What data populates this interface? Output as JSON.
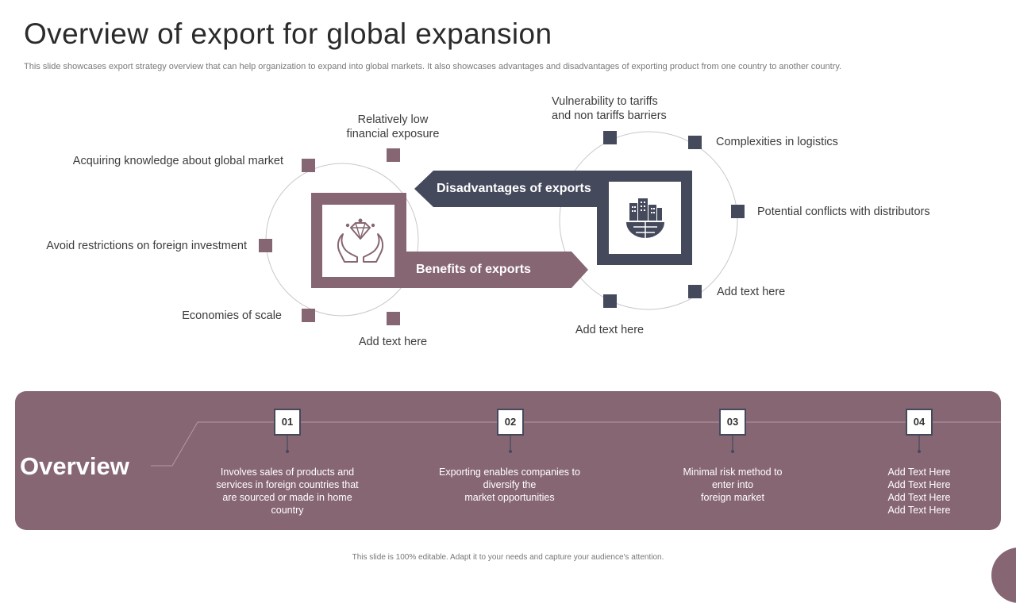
{
  "header": {
    "title": "Overview of export for global expansion",
    "subtitle": "This slide showcases export strategy overview that can help organization to expand into global markets. It also showcases advantages and disadvantages of exporting product from one country to another country."
  },
  "benefits": {
    "label": "Benefits of exports",
    "icon": "diamond-hands-icon",
    "items": [
      "Relatively low financial exposure",
      "Acquiring knowledge about global market",
      "Avoid restrictions on foreign investment",
      "Economies of scale",
      "Add text here"
    ],
    "items_lines": [
      [
        "Relatively low",
        "financial exposure"
      ]
    ]
  },
  "disadvantages": {
    "label": "Disadvantages of exports",
    "icon": "building-globe-icon",
    "items": [
      "Vulnerability to tariffs and non tariffs barriers",
      "Complexities in logistics",
      "Potential conflicts with distributors",
      "Add text here",
      "Add text here"
    ],
    "items_lines": [
      [
        "Vulnerability to tariffs",
        "and non tariffs barriers"
      ]
    ]
  },
  "overview": {
    "title": "Overview",
    "steps": [
      {
        "number": "01",
        "lines": [
          "Involves  sales  of products and",
          "services in foreign  countries that",
          "are sourced or made in home",
          "country"
        ]
      },
      {
        "number": "02",
        "lines": [
          "Exporting enables companies to",
          "diversify  the",
          "market opportunities"
        ]
      },
      {
        "number": "03",
        "lines": [
          "Minimal risk method to",
          "enter into",
          "foreign  market"
        ]
      },
      {
        "number": "04",
        "lines": [
          "Add Text Here",
          "Add Text Here",
          "Add Text Here",
          "Add Text Here"
        ]
      }
    ]
  },
  "footer": {
    "text": "This slide is 100% editable.  Adapt it to your needs and capture your audience's attention."
  },
  "colors": {
    "mauve": "#876674",
    "navy": "#45495c",
    "text": "#3c3c3c"
  }
}
